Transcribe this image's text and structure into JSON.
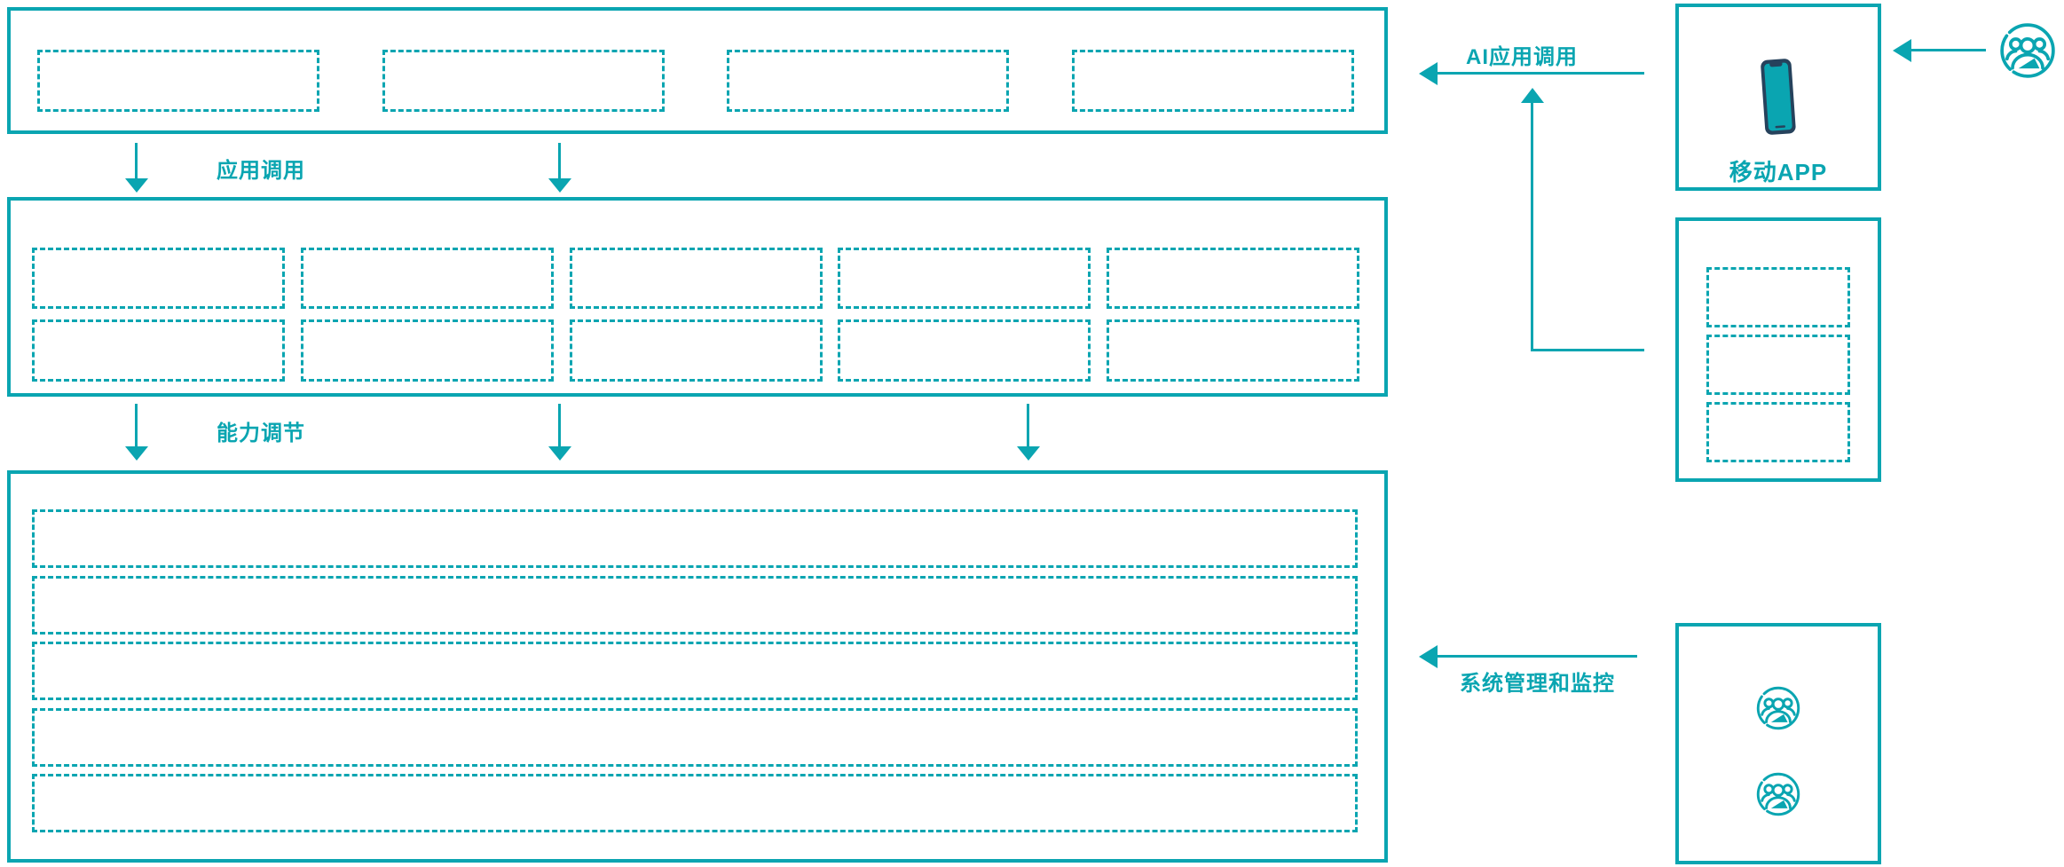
{
  "palette": {
    "teal": "#0aa5b1",
    "navy": "#26425c",
    "background": "#ffffff"
  },
  "flow_labels": {
    "app_call": "应用调用",
    "capability_adjust": "能力调节",
    "ai_app_call": "AI应用调用",
    "system_management": "系统管理和监控"
  },
  "layers": {
    "application_layer": {
      "placeholder_count": 4
    },
    "capability_layer": {
      "rows": 2,
      "cols": 5
    },
    "platform_layer": {
      "placeholder_count": 5
    }
  },
  "right_panel": {
    "mobile_app": {
      "label": "移动APP",
      "icon": "smartphone-icon"
    },
    "channel_box": {
      "placeholder_count": 3
    },
    "admin_box": {
      "icon": "users-icon",
      "icon_count": 2
    },
    "end_user": {
      "icon": "users-icon"
    }
  }
}
